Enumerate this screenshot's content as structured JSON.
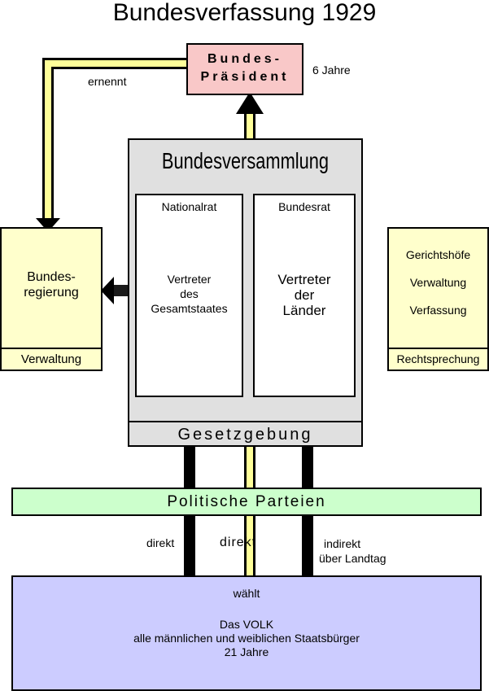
{
  "title": "Bundesverfassung 1929",
  "president": {
    "line1": "Bundes-",
    "line2": "Präsident",
    "term": "6 Jahre"
  },
  "appoints_label": "ernennt",
  "assembly": {
    "title": "Bundesversammlung",
    "footer": "Gesetzgebung",
    "nationalrat": {
      "name": "Nationalrat",
      "line1": "Vertreter",
      "line2": "des",
      "line3": "Gesamtstaates"
    },
    "bundesrat": {
      "name": "Bundesrat",
      "line1": "Vertreter",
      "line2": "der",
      "line3": "Länder"
    }
  },
  "government": {
    "line1": "Bundes-",
    "line2": "regierung",
    "footer": "Verwaltung"
  },
  "courts": {
    "line1": "Gerichtshöfe",
    "line2": "Verwaltung",
    "line3": "Verfassung",
    "footer": "Rechtsprechung"
  },
  "parties": "Politische Parteien",
  "election": {
    "direct_left": "direkt",
    "direct_center": "direkt",
    "indirect_1": "indirekt",
    "indirect_2": "über Landtag"
  },
  "people": {
    "votes": "wählt",
    "line1": "Das VOLK",
    "line2": "alle männlichen und weiblichen Staatsbürger",
    "line3": "21 Jahre"
  },
  "colors": {
    "president_bg": "#f9c8c8",
    "assembly_bg": "#e0e0e0",
    "chamber_bg": "#ffffff",
    "panel_bg": "#ffffcc",
    "parties_bg": "#ccffcc",
    "people_bg": "#ccccff",
    "arrow_yellow": "#ffff99",
    "arrow_black": "#000000"
  }
}
